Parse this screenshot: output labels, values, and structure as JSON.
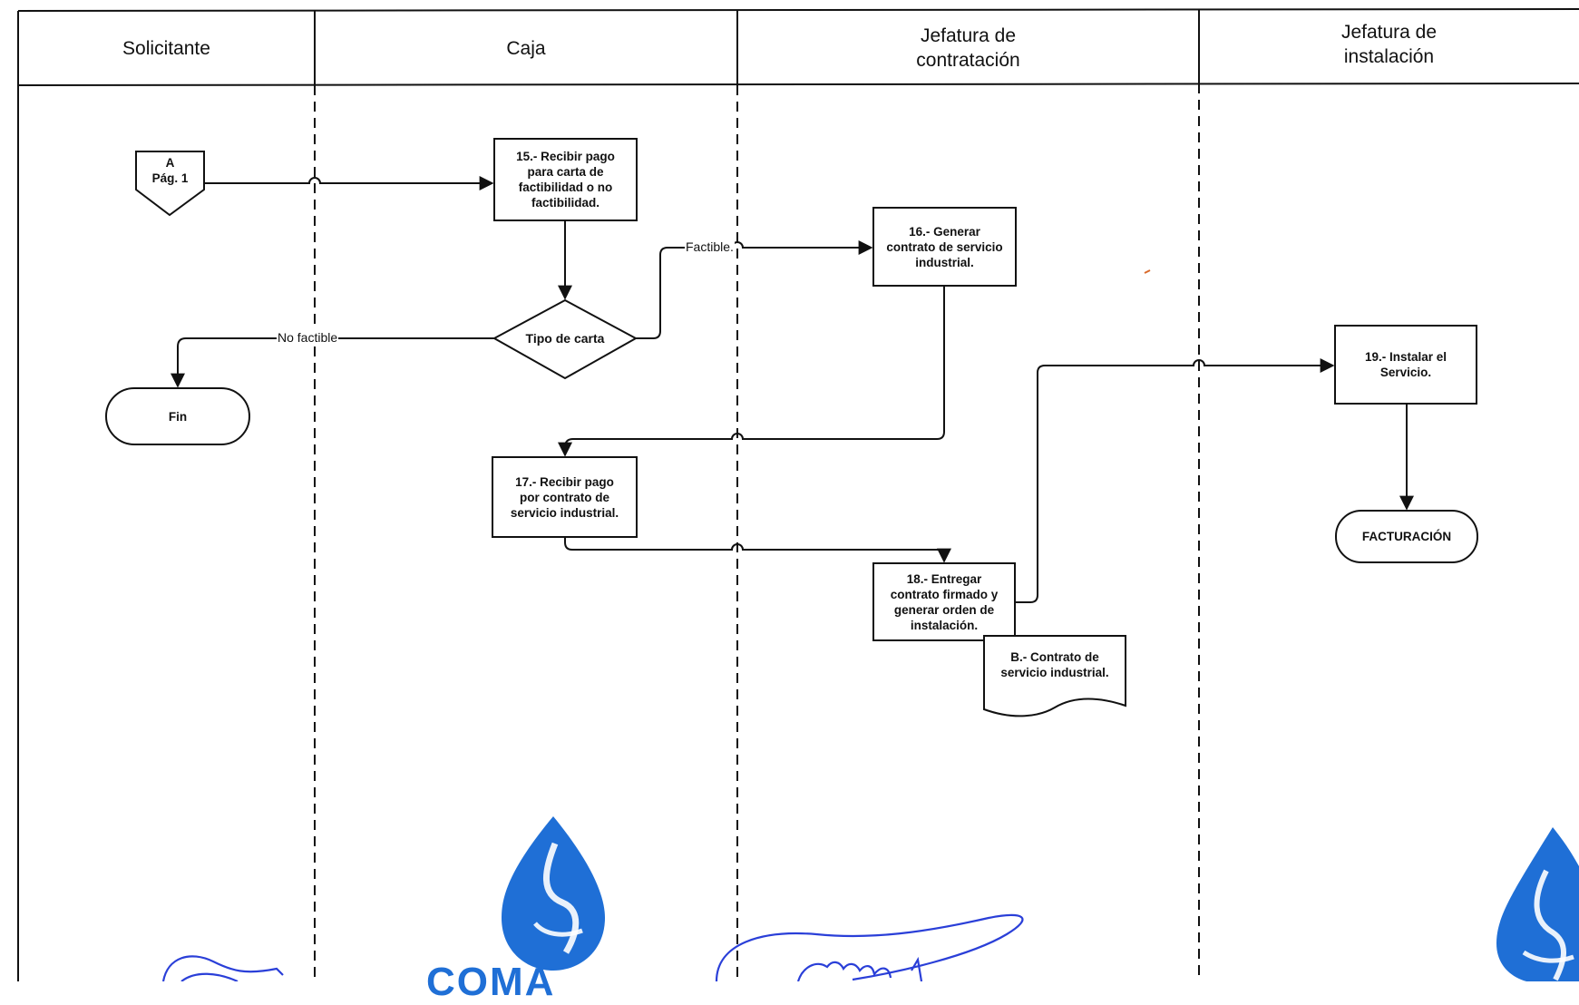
{
  "lanes": [
    {
      "name": "Solicitante"
    },
    {
      "name": "Caja"
    },
    {
      "name": "Jefatura de\ncontratación"
    },
    {
      "name": "Jefatura de\ninstalación"
    }
  ],
  "nodes": {
    "connector_a": "A\nPág. 1",
    "step15": "15.- Recibir pago\npara carta de\nfactibilidad o no\nfactibilidad.",
    "decision": "Tipo de carta",
    "end": "Fin",
    "step16": "16.- Generar\ncontrato de servicio\nindustrial.",
    "step17": "17.- Recibir pago\npor contrato de\nservicio industrial.",
    "step18": "18.- Entregar\ncontrato firmado y\ngenerar orden de\ninstalación.",
    "document_b": "B.- Contrato de\nservicio industrial.",
    "step19": "19.- Instalar el\nServicio.",
    "billing": "FACTURACIÓN"
  },
  "flow_labels": {
    "factible": "Factible.",
    "no_factible": "No factible"
  },
  "logos": {
    "left_text": "COMA"
  },
  "colors": {
    "line": "#111111",
    "logo_blue": "#1f6fd6",
    "signature_blue": "#2a3fd8"
  }
}
